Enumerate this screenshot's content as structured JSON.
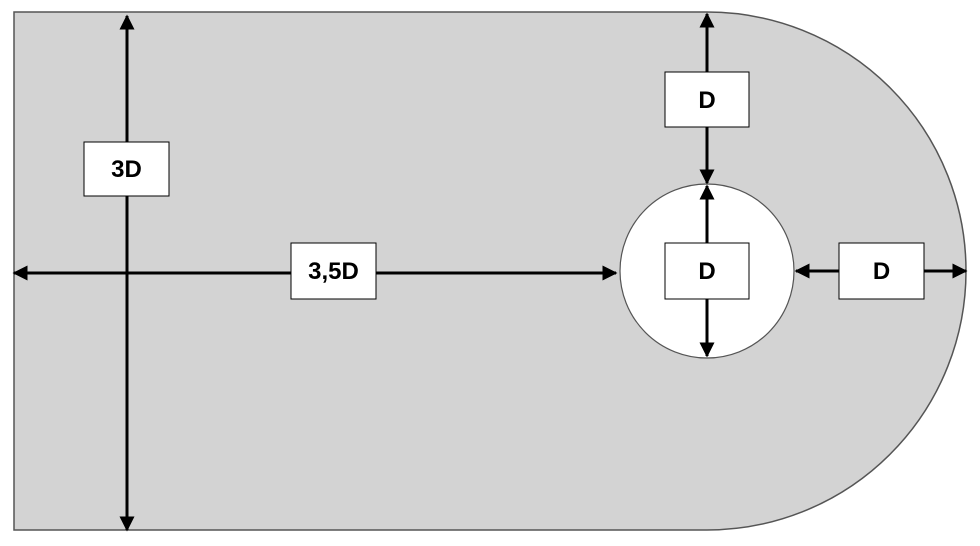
{
  "colors": {
    "plate_fill": "#d3d3d3",
    "hole_fill": "#ffffff",
    "outline": "#000000",
    "label_box_fill": "#ffffff"
  },
  "labels": {
    "height": "3D",
    "hole_offset": "3,5D",
    "edge_top": "D",
    "hole_diameter": "D",
    "edge_right": "D"
  }
}
